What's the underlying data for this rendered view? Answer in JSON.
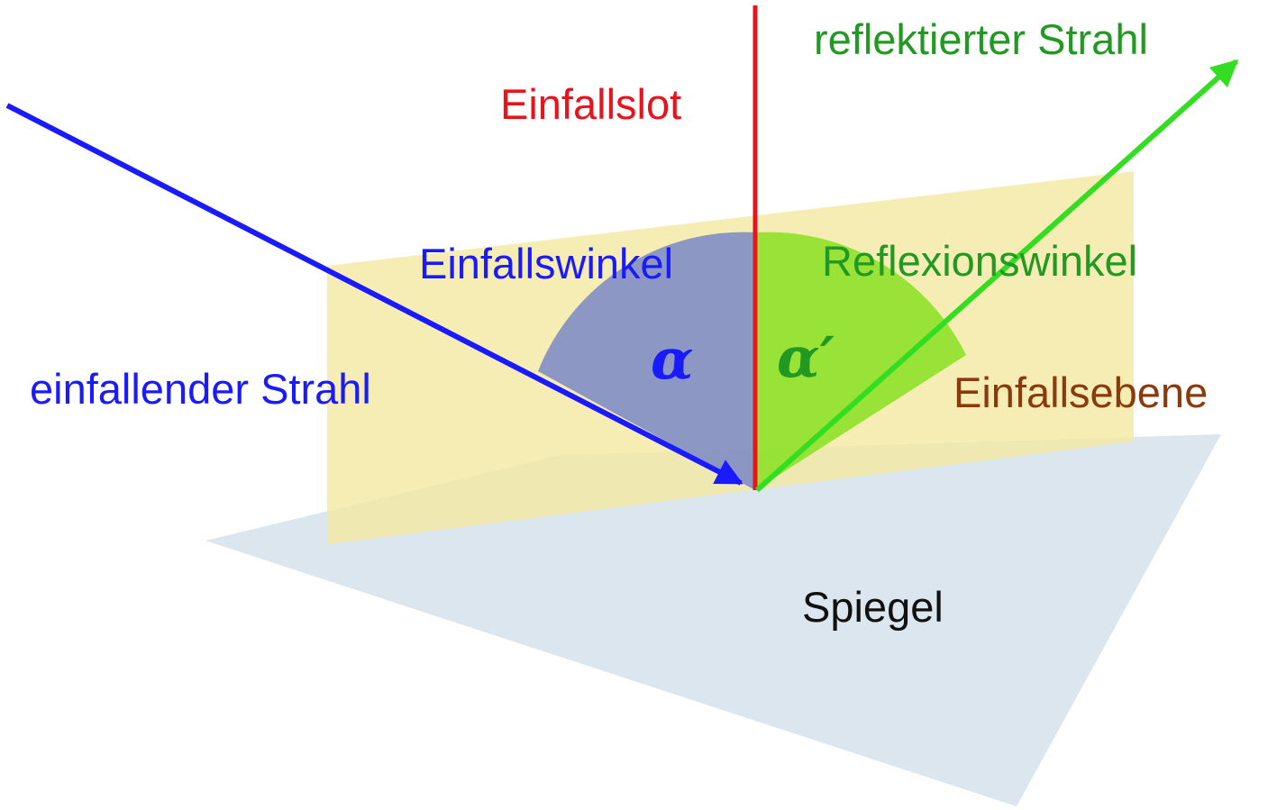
{
  "labels": {
    "incident_ray": "einfallender Strahl",
    "normal": "Einfallslot",
    "reflected_ray": "reflektierter Strahl",
    "angle_of_incidence": "Einfallswinkel",
    "angle_of_reflection": "Reflexionswinkel",
    "plane_of_incidence": "Einfallsebene",
    "mirror": "Spiegel",
    "alpha": "α",
    "alpha_prime": "α′"
  },
  "colors": {
    "incident": "#1a1aff",
    "normal": "#e8141c",
    "reflected": "#33dd22",
    "reflected_text": "#229922",
    "plane_text": "#8b3a0e",
    "plane_fill": "#f3e9a3",
    "mirror_fill": "#dce6ef",
    "angle_incident_fill": "#7a87c6",
    "angle_reflected_fill": "#88e022",
    "mirror_text": "#111111"
  }
}
